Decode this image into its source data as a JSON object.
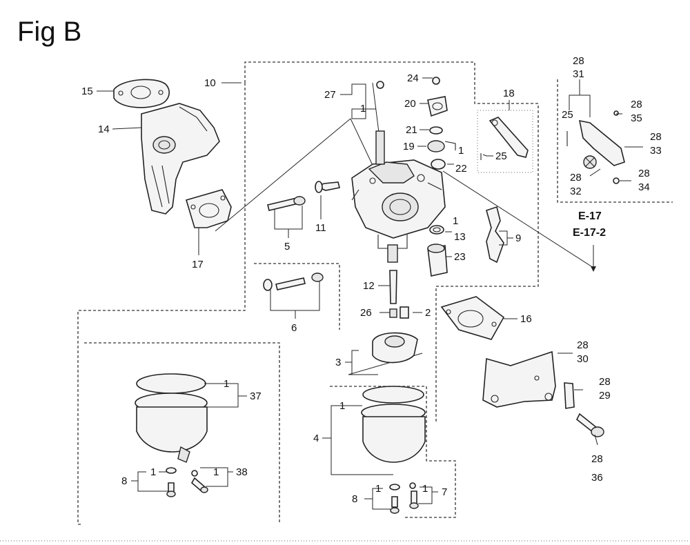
{
  "title": "Fig B",
  "callouts": {
    "c10": "10",
    "c15": "15",
    "c14": "14",
    "c17": "17",
    "c27": "27",
    "c27_1": "1",
    "c24": "24",
    "c20": "20",
    "c21": "21",
    "c19": "19",
    "c19_1": "1",
    "c22": "22",
    "c18": "18",
    "c25a": "25",
    "c28a": "28",
    "c31": "31",
    "c25b": "25",
    "c28b": "28",
    "c35": "35",
    "c28c": "28",
    "c33": "33",
    "c28d": "28",
    "c32": "32",
    "c28e": "28",
    "c34": "34",
    "c5": "5",
    "c11": "11",
    "c13_1": "1",
    "c13": "13",
    "c9": "9",
    "c23": "23",
    "c6": "6",
    "c12": "12",
    "c26": "26",
    "c2": "2",
    "c16": "16",
    "c3": "3",
    "c28f": "28",
    "c30": "30",
    "c28g": "28",
    "c29": "29",
    "c28h": "28",
    "c36": "36",
    "c37_1": "1",
    "c37": "37",
    "c8a": "8",
    "c8a_1": "1",
    "c38_1": "1",
    "c38": "38",
    "c4": "4",
    "c4_1": "1",
    "c8b": "8",
    "c8b_1": "1",
    "c7_1": "1",
    "c7": "7"
  },
  "references": {
    "ref1": "E-17",
    "ref2": "E-17-2"
  }
}
